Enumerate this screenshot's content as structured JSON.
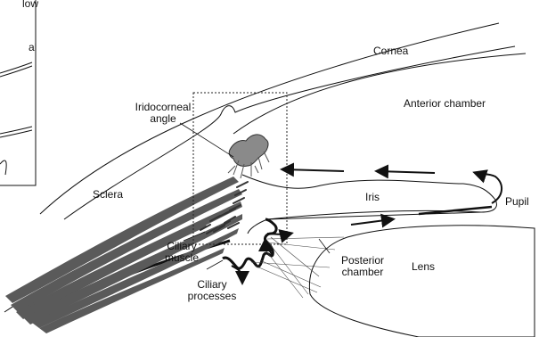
{
  "inset": {
    "fragments": [
      "low",
      "al"
    ]
  },
  "labels": {
    "cornea": "Cornea",
    "anterior_chamber": "Anterior chamber",
    "iridocorneal_angle": [
      "Iridocorneal",
      "angle"
    ],
    "sclera": "Sclera",
    "iris": "Iris",
    "pupil": "Pupil",
    "ciliary_muscle": [
      "Ciliary",
      "muscle"
    ],
    "posterior_chamber": [
      "Posterior",
      "chamber"
    ],
    "lens": "Lens",
    "ciliary_processes": [
      "Ciliary",
      "processes"
    ]
  },
  "colors": {
    "muscle": "#5a5a5a",
    "meshwork": "#8a8a8a",
    "line": "#111111"
  }
}
